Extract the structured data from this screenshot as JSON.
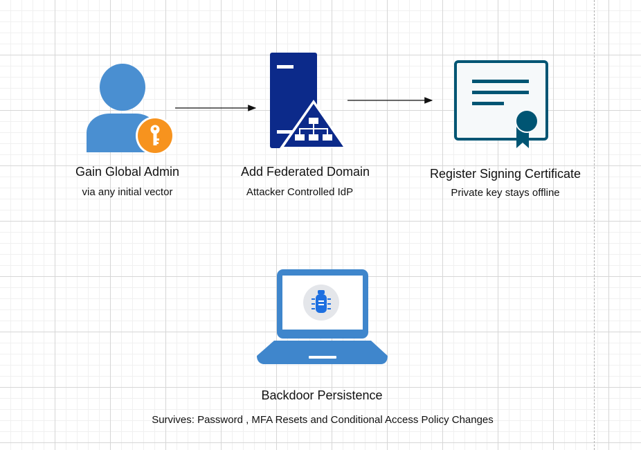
{
  "steps": [
    {
      "title": "Gain Global Admin",
      "subtitle": "via any initial vector",
      "icon": "user-key-icon"
    },
    {
      "title": "Add Federated Domain",
      "subtitle": "Attacker Controlled IdP",
      "icon": "server-network-icon"
    },
    {
      "title": "Register Signing Certificate",
      "subtitle": "Private key stays offline",
      "icon": "certificate-icon"
    }
  ],
  "result": {
    "title": "Backdoor Persistence",
    "subtitle": "Survives: Password , MFA Resets and Conditional Access Policy Changes",
    "icon": "laptop-bug-icon"
  },
  "colors": {
    "user_blue": "#4a8fd1",
    "key_orange": "#f7931e",
    "server_navy": "#0c2a8a",
    "cert_teal": "#005573",
    "laptop_blue": "#3f86cc",
    "bug_blue": "#1d6fe0"
  }
}
